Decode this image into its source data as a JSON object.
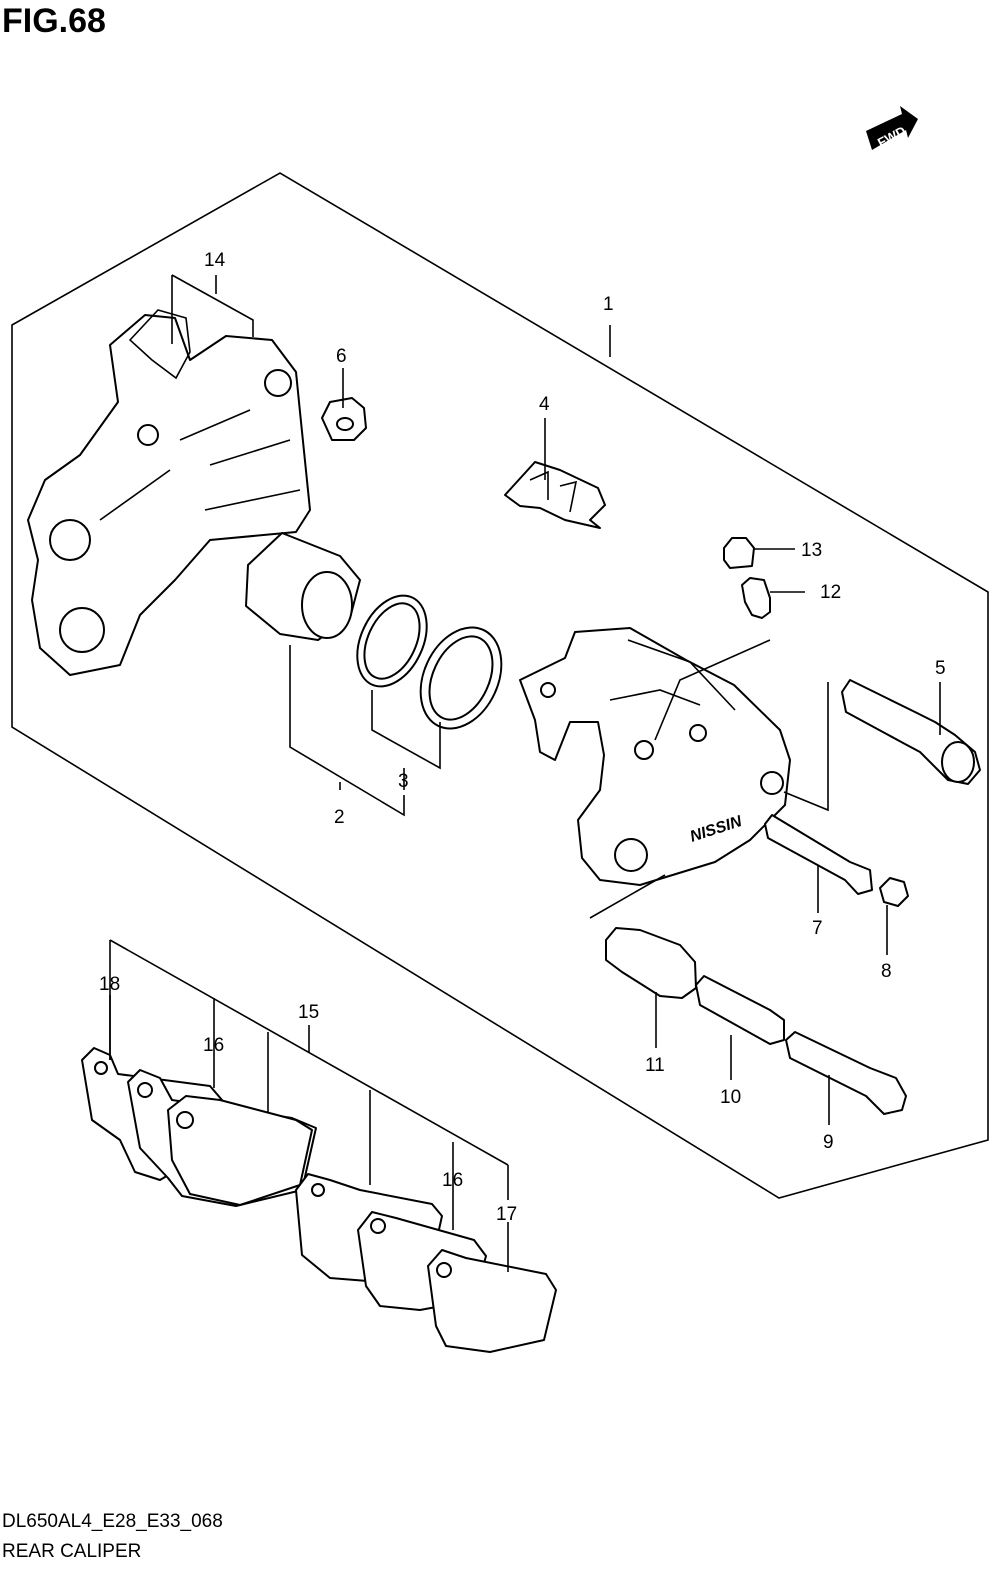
{
  "figure": {
    "title": "FIG.68",
    "code": "DL650AL4_E28_E33_068",
    "name": "REAR CALIPER",
    "direction_badge": "FWD"
  },
  "callouts": [
    {
      "id": "c1",
      "label": "1"
    },
    {
      "id": "c2",
      "label": "2"
    },
    {
      "id": "c3",
      "label": "3"
    },
    {
      "id": "c4",
      "label": "4"
    },
    {
      "id": "c5",
      "label": "5"
    },
    {
      "id": "c6",
      "label": "6"
    },
    {
      "id": "c7",
      "label": "7"
    },
    {
      "id": "c8",
      "label": "8"
    },
    {
      "id": "c9",
      "label": "9"
    },
    {
      "id": "c10",
      "label": "10"
    },
    {
      "id": "c11",
      "label": "11"
    },
    {
      "id": "c12",
      "label": "12"
    },
    {
      "id": "c13",
      "label": "13"
    },
    {
      "id": "c14",
      "label": "14"
    },
    {
      "id": "c15",
      "label": "15"
    },
    {
      "id": "c16a",
      "label": "16"
    },
    {
      "id": "c16b",
      "label": "16"
    },
    {
      "id": "c17",
      "label": "17"
    },
    {
      "id": "c18",
      "label": "18"
    }
  ],
  "caliper_brand_mark": "NISSIN"
}
